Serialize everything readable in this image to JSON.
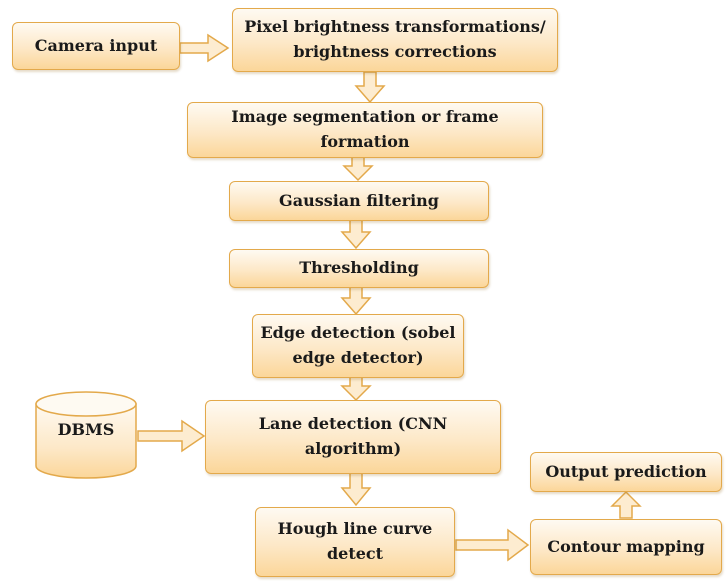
{
  "diagram": {
    "nodes": {
      "camera_input": "Camera input",
      "pixel_brightness": "Pixel brightness transformations/ brightness corrections",
      "image_segmentation": "Image segmentation or frame formation",
      "gaussian_filtering": "Gaussian filtering",
      "thresholding": "Thresholding",
      "edge_detection": "Edge detection (sobel edge detector)",
      "dbms": "DBMS",
      "lane_detection": "Lane detection (CNN algorithm)",
      "hough_line": "Hough line curve detect",
      "output_prediction": "Output prediction",
      "contour_mapping": "Contour mapping"
    },
    "colors": {
      "box_border": "#e3a94b",
      "box_fill_top": "#fefaf2",
      "box_fill_bottom": "#fbd699",
      "arrow_fill": "#fdecd0",
      "arrow_stroke": "#e3a94b"
    }
  }
}
